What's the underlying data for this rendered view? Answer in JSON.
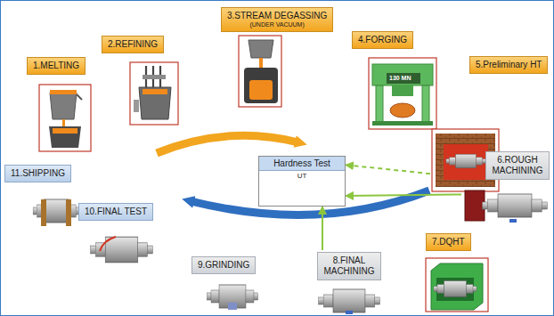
{
  "diagram": {
    "nodes": [
      {
        "text": [
          "1.MELTING"
        ]
      },
      {
        "text": [
          "2.REFINING"
        ]
      },
      {
        "text": [
          "3.STREAM DEGASSING",
          "(UNDER VACUUM)"
        ]
      },
      {
        "text": [
          "4.FORGING"
        ]
      },
      {
        "text": [
          "5.Preliminary HT"
        ]
      },
      {
        "text": [
          "6.ROUGH MACHINING"
        ]
      },
      {
        "text": [
          "7.DQHT"
        ]
      },
      {
        "text": [
          "8.FINAL MACHINING"
        ]
      },
      {
        "text": [
          "9.GRINDING"
        ]
      },
      {
        "text": [
          "10.FINAL TEST"
        ]
      },
      {
        "text": [
          "11.SHIPPING"
        ]
      },
      {
        "text": [
          "Hardness Test",
          "UT"
        ]
      }
    ],
    "edges": [
      {
        "from": 4,
        "to": 11,
        "arrow": "to"
      },
      {
        "from": 5,
        "to": 11,
        "arrow": "to"
      },
      {
        "from": 7,
        "to": 11,
        "arrow": "to"
      }
    ],
    "labels": [
      "130 MN"
    ]
  }
}
